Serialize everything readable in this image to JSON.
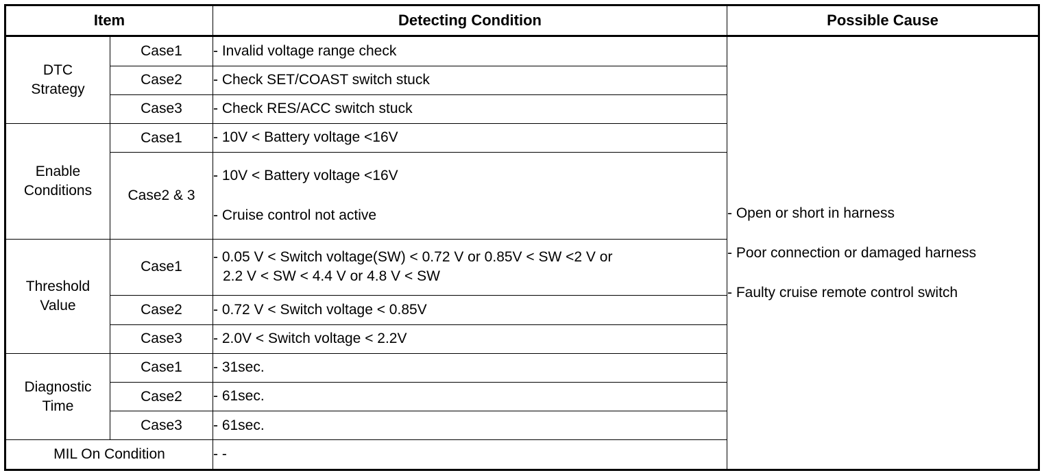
{
  "table": {
    "headers": {
      "item": "Item",
      "detecting_condition": "Detecting Condition",
      "possible_cause": "Possible Cause"
    },
    "groups": [
      {
        "label_line1": "DTC",
        "label_line2": "Strategy",
        "rows": [
          {
            "case": "Case1",
            "condition": "-  Invalid voltage range check"
          },
          {
            "case": "Case2",
            "condition": "-  Check SET/COAST switch stuck"
          },
          {
            "case": "Case3",
            "condition": "-  Check RES/ACC switch stuck"
          }
        ]
      },
      {
        "label_line1": "Enable",
        "label_line2": "Conditions",
        "rows": [
          {
            "case": "Case1",
            "condition": "-  10V < Battery voltage <16V"
          },
          {
            "case": "Case2 & 3",
            "condition": "-  10V < Battery voltage <16V",
            "condition2": "-  Cruise control not active"
          }
        ]
      },
      {
        "label_line1": "Threshold",
        "label_line2": "Value",
        "rows": [
          {
            "case": "Case1",
            "condition": "-  0.05 V < Switch voltage(SW) < 0.72 V or 0.85V < SW <2 V or",
            "condition_cont": "2.2 V < SW < 4.4 V or 4.8 V < SW"
          },
          {
            "case": "Case2",
            "condition": "-  0.72 V < Switch voltage < 0.85V"
          },
          {
            "case": "Case3",
            "condition": "-  2.0V < Switch voltage < 2.2V"
          }
        ]
      },
      {
        "label_line1": "Diagnostic",
        "label_line2": "Time",
        "rows": [
          {
            "case": "Case1",
            "condition": "-  31sec."
          },
          {
            "case": "Case2",
            "condition": "-  61sec."
          },
          {
            "case": "Case3",
            "condition": "-  61sec."
          }
        ]
      }
    ],
    "mil_row": {
      "label": "MIL On Condition",
      "condition": "-  -"
    },
    "possible_causes": [
      "-  Open or short in harness",
      "-  Poor connection or damaged harness",
      "-  Faulty cruise remote control switch"
    ]
  }
}
